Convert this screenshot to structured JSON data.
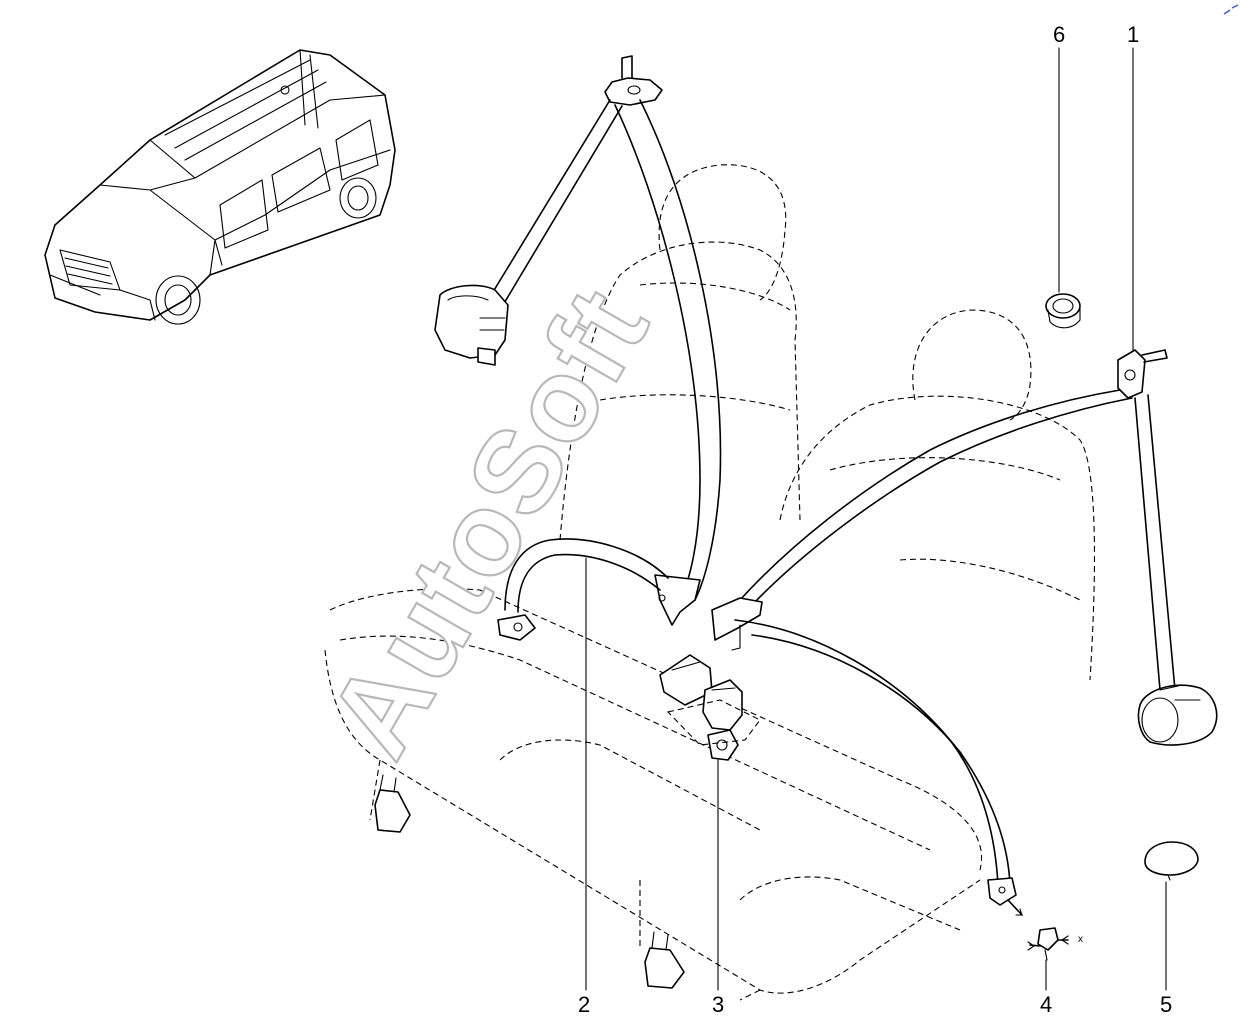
{
  "callouts": {
    "c1": "1",
    "c2": "2",
    "c3": "3",
    "c4": "4",
    "c5": "5",
    "c6": "6"
  },
  "watermark": "AutoSoft",
  "screw_axis_label": "x",
  "colors": {
    "line": "#000000",
    "background": "#ffffff",
    "watermark_outline": "#b8b8b8"
  }
}
